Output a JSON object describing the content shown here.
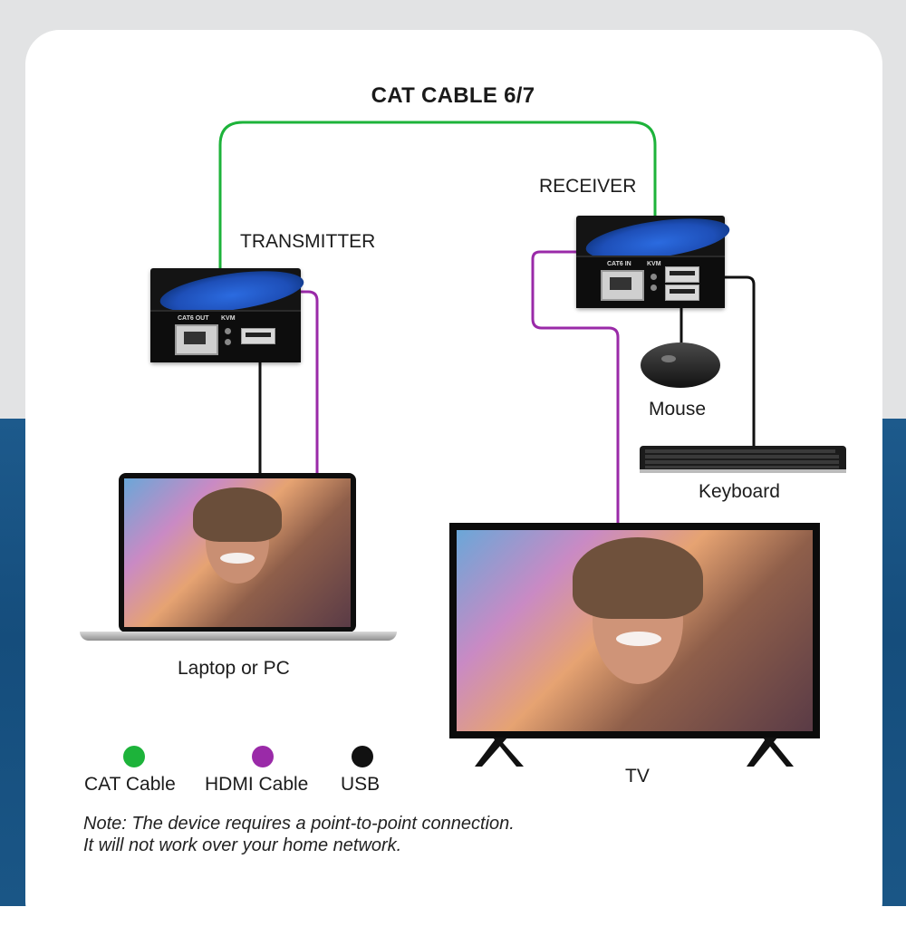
{
  "title": "CAT CABLE 6/7",
  "labels": {
    "transmitter": "TRANSMITTER",
    "receiver": "RECEIVER",
    "mouse": "Mouse",
    "keyboard": "Keyboard",
    "laptop": "Laptop or PC",
    "tv": "TV"
  },
  "ports": {
    "tx_cat": "CAT6 OUT",
    "rx_cat": "CAT6 IN",
    "kvm": "KVM"
  },
  "legend": [
    {
      "label": "CAT Cable",
      "color": "#1db33a"
    },
    {
      "label": "HDMI Cable",
      "color": "#9a2aa8"
    },
    {
      "label": "USB",
      "color": "#111111"
    }
  ],
  "note": {
    "line1": "Note: The device requires a point-to-point connection.",
    "line2": "It will not work over your home network."
  }
}
